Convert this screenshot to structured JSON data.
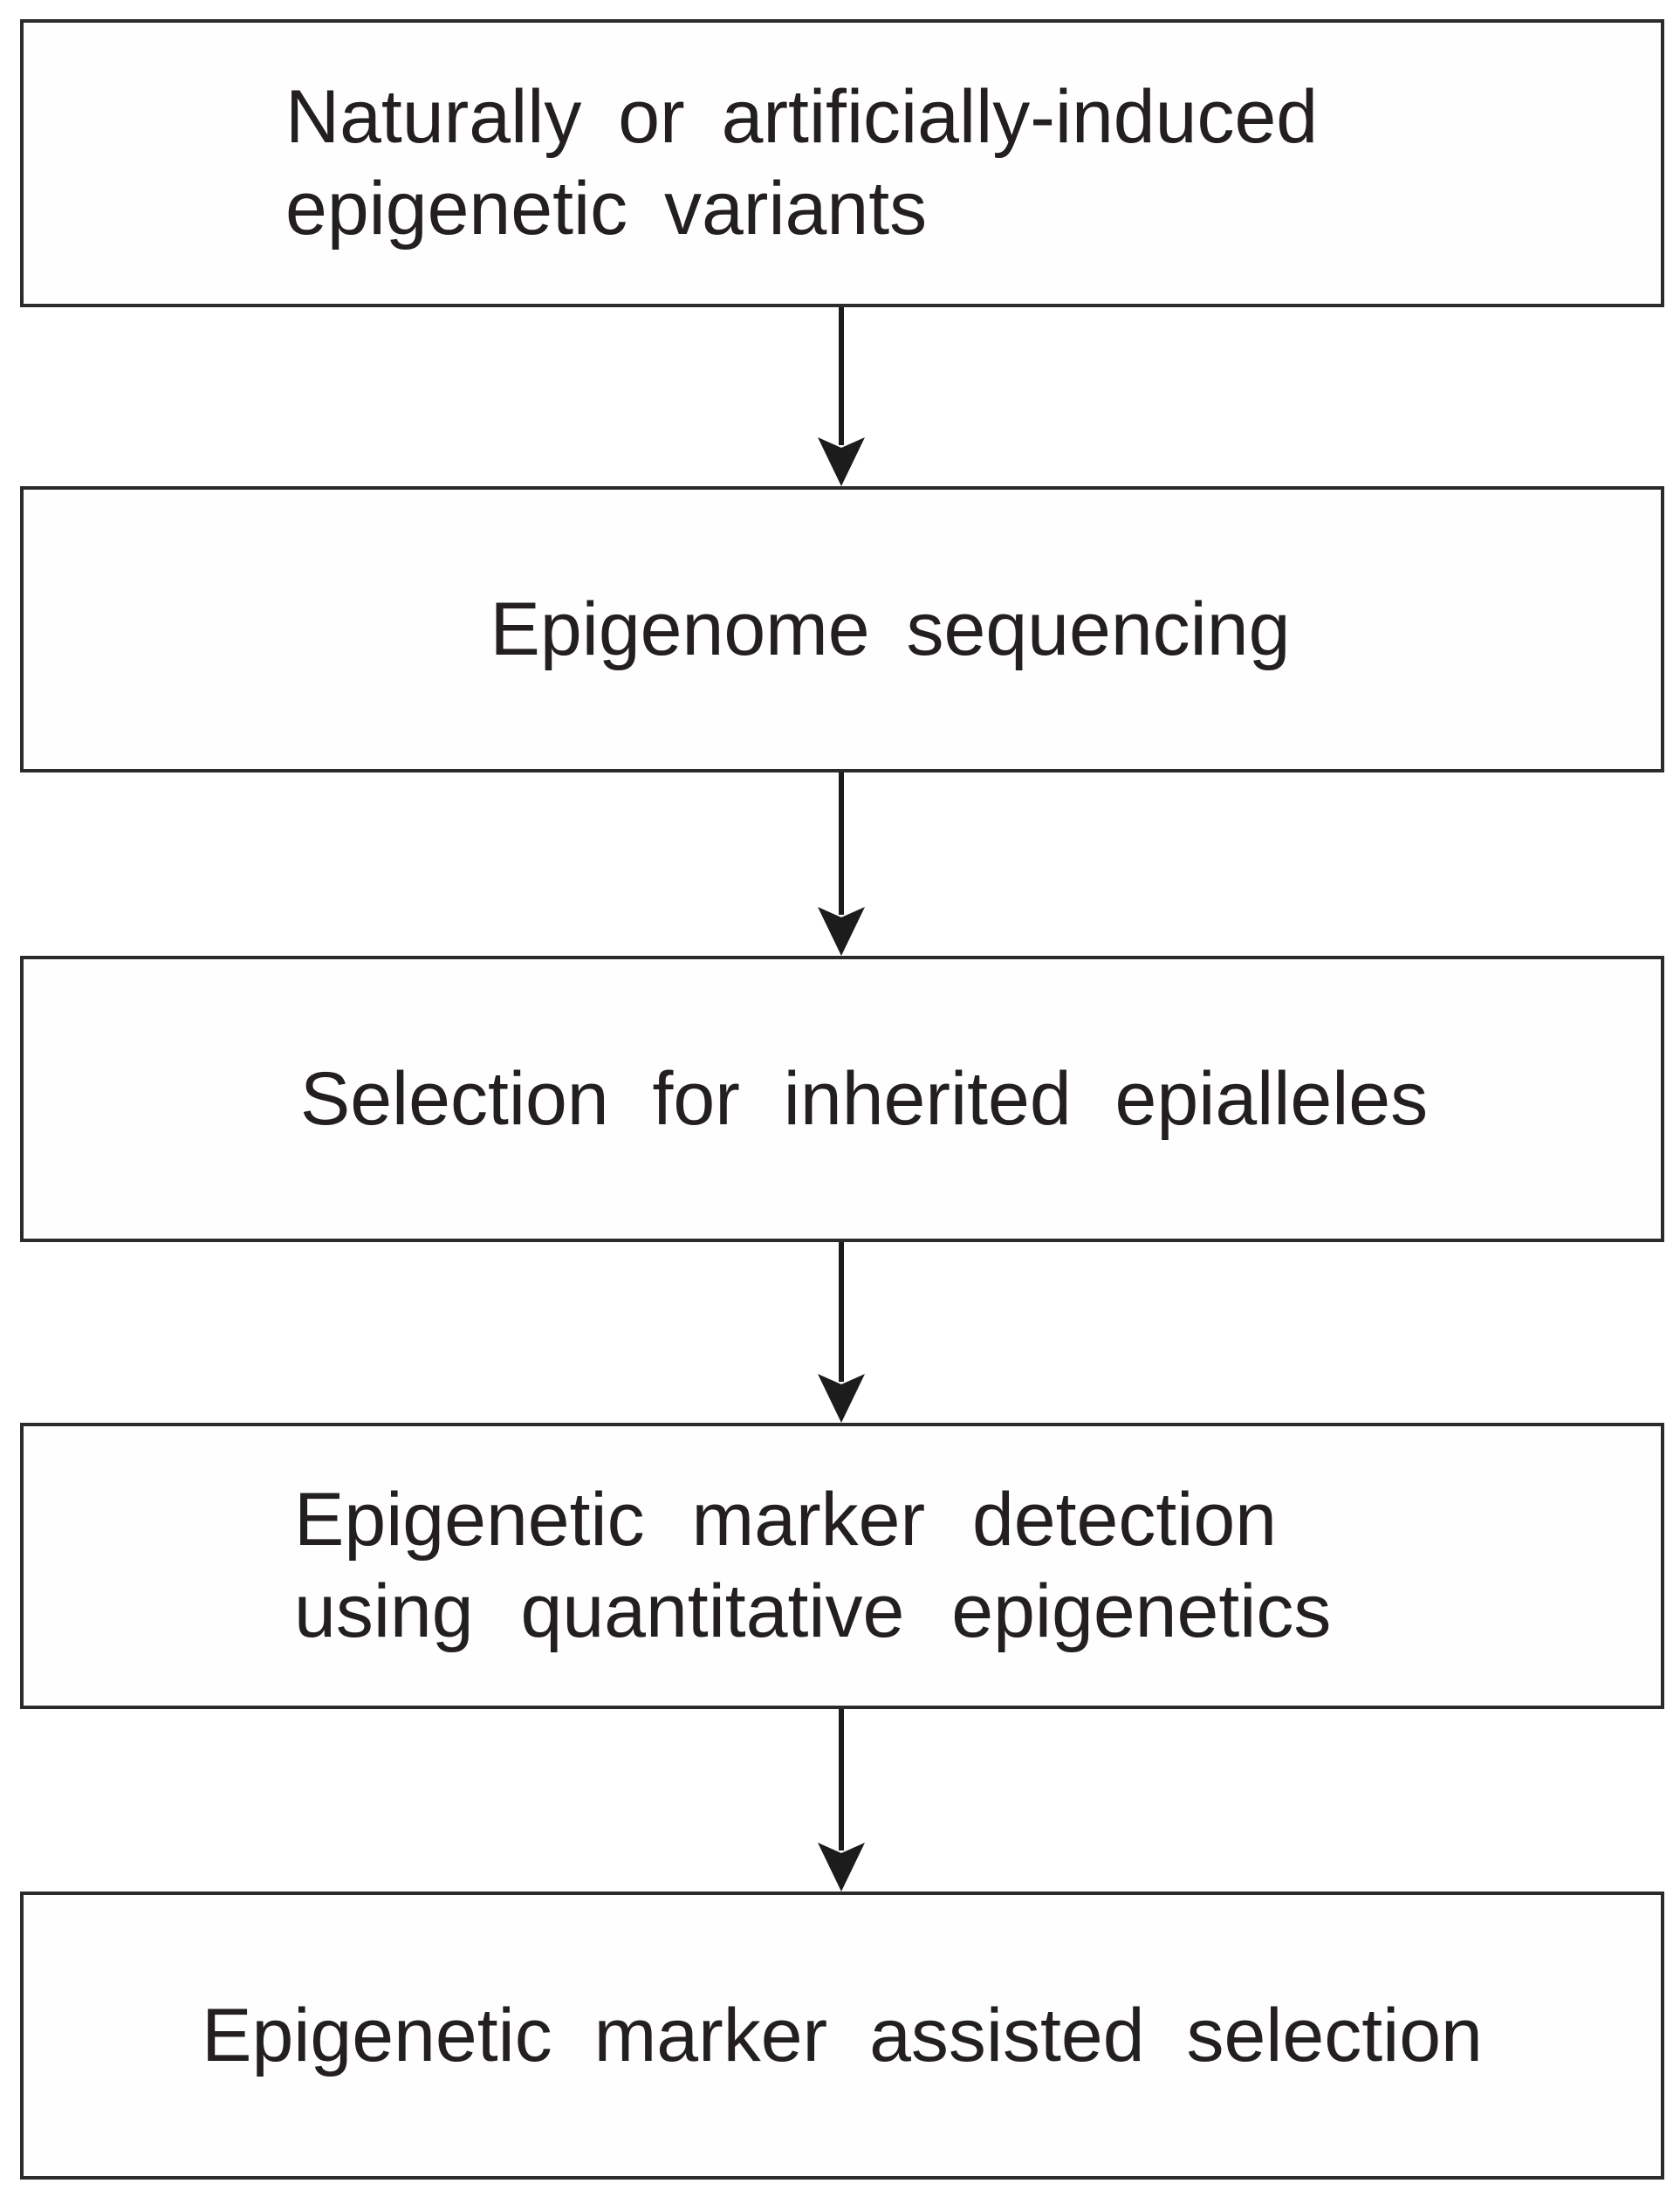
{
  "flowchart": {
    "boxes": [
      {
        "lines": [
          "Naturally or artificially-induced",
          "epigenetic variants"
        ]
      },
      {
        "lines": [
          "Epigenome sequencing"
        ]
      },
      {
        "lines": [
          "Selection for inherited epialleles"
        ]
      },
      {
        "lines": [
          "Epigenetic marker detection",
          "using quantitative epigenetics"
        ]
      },
      {
        "lines": [
          "Epigenetic marker assisted selection"
        ]
      }
    ],
    "colors": {
      "background": "#ffffff",
      "box_fill": "#fefefe",
      "border": "#2b2b2b",
      "text": "#231f20",
      "arrow": "#1c1c1c"
    }
  }
}
